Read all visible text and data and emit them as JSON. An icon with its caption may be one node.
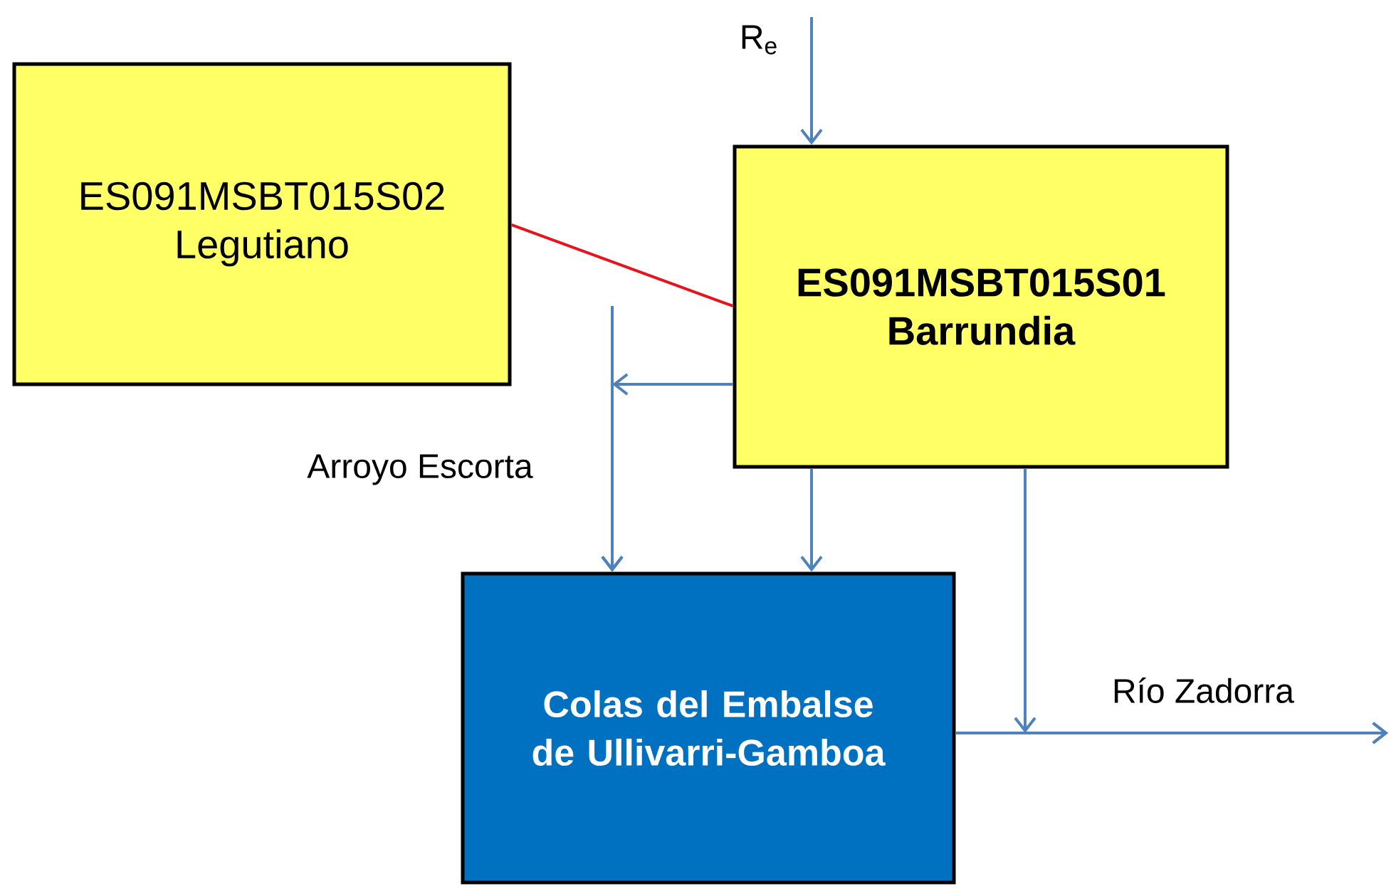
{
  "diagram": {
    "nodes": [
      {
        "text": [
          "ES091MSBT015S02 Legutiano"
        ]
      },
      {
        "text": [
          "ES091MSBT015S01 Barrundia"
        ]
      },
      {
        "text": [
          "Colas del Embalse de Ullivarri-Gamboa"
        ]
      }
    ],
    "edges": [
      {
        "from": null,
        "to": 1,
        "arrow": "to",
        "label": "R$_{e}$"
      },
      {
        "from": 0,
        "to": 1,
        "arrow": "none",
        "color": "#e8141c"
      },
      {
        "from": 1,
        "to": 2,
        "arrow": "to"
      },
      {
        "from": null,
        "to": 2,
        "arrow": "to",
        "label": "Arroyo Escorta"
      },
      {
        "from": 1,
        "to": 2,
        "arrow": "to"
      },
      {
        "from": 1,
        "to": null,
        "arrow": "to"
      },
      {
        "from": 2,
        "to": null,
        "arrow": "to",
        "label": "Río Zadorra"
      }
    ]
  }
}
